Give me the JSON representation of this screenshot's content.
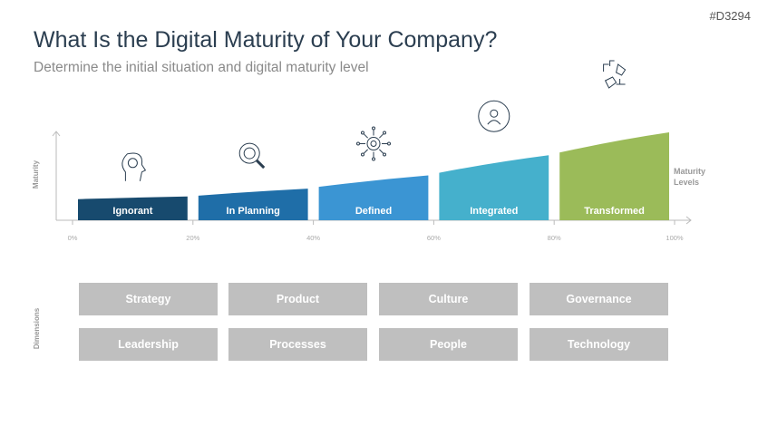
{
  "code": "#D3294",
  "title": "What Is the Digital Maturity of Your Company?",
  "subtitle": "Determine the initial situation and digital maturity level",
  "y_axis_label": "Maturity",
  "x_axis_label_lines": [
    "Maturity",
    "Levels"
  ],
  "dimensions_label": "Dimensions",
  "chart_data": {
    "type": "area",
    "x_ticks": [
      "0%",
      "20%",
      "40%",
      "60%",
      "80%",
      "100%"
    ],
    "levels": [
      {
        "name": "Ignorant",
        "from": 0,
        "to": 20,
        "maturity_start": 0.24,
        "maturity_end": 0.27,
        "color": "#174a6e",
        "icon": "head-gear-icon"
      },
      {
        "name": "In Planning",
        "from": 20,
        "to": 40,
        "maturity_start": 0.28,
        "maturity_end": 0.36,
        "color": "#1f6ea8",
        "icon": "magnifier-globe-icon"
      },
      {
        "name": "Defined",
        "from": 40,
        "to": 60,
        "maturity_start": 0.38,
        "maturity_end": 0.51,
        "color": "#3b95d3",
        "icon": "gear-circuit-icon"
      },
      {
        "name": "Integrated",
        "from": 60,
        "to": 80,
        "maturity_start": 0.54,
        "maturity_end": 0.74,
        "color": "#45b0cc",
        "icon": "person-network-icon"
      },
      {
        "name": "Transformed",
        "from": 80,
        "to": 100,
        "maturity_start": 0.77,
        "maturity_end": 1.0,
        "color": "#9bbb59",
        "icon": "robot-human-hands-icon"
      }
    ]
  },
  "dimensions": [
    "Strategy",
    "Product",
    "Culture",
    "Governance",
    "Leadership",
    "Processes",
    "People",
    "Technology"
  ]
}
